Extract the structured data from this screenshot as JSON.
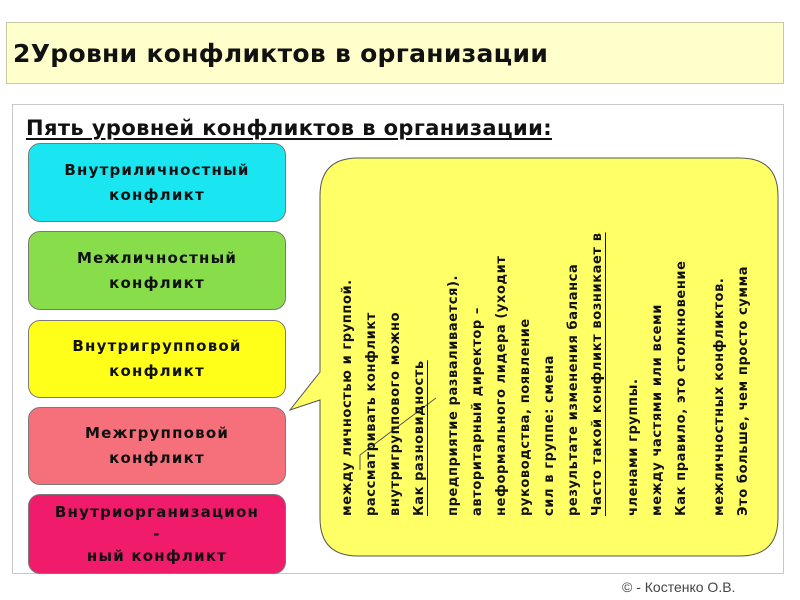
{
  "header": {
    "title": "2Уровни конфликтов в организации"
  },
  "main": {
    "subtitle": "Пять уровней конфликтов в организации:",
    "levels": [
      {
        "line1": "Внутриличностный",
        "line2": "конфликт",
        "color": "#19e6f0"
      },
      {
        "line1": "Межличностный",
        "line2": "конфликт",
        "color": "#88dd4a"
      },
      {
        "line1": "Внутригрупповой",
        "line2": "конфликт",
        "color": "#ffff1a"
      },
      {
        "line1": "Межгрупповой",
        "line2": "конфликт",
        "color": "#f5707a"
      },
      {
        "line1": "Внутриорганизацион",
        "line2": "-",
        "line3": "ный конфликт",
        "color": "#f01b6a"
      }
    ]
  },
  "note": {
    "background": "#ffff66",
    "col1": "Это больше, чем просто сумма",
    "col2": "межличностных конфликтов.",
    "col3": "Как правило, это столкновение",
    "col4": "между частями или всеми",
    "col5": "членами группы.",
    "col6": "Часто такой конфликт возникает в",
    "col7": "результате изменения баланса",
    "col8": "сил в группе: смена",
    "col9": "руководства, появление",
    "col10": "неформального лидера (уходит",
    "col11": "авторитарный директор –",
    "col12": "предприятие разваливается).",
    "col13": "Как разновидность",
    "col14": "внутригруппового можно",
    "col15": "рассматривать конфликт",
    "col16": "между личностью и группой."
  },
  "footer": {
    "text": "© - Костенко О.В."
  }
}
